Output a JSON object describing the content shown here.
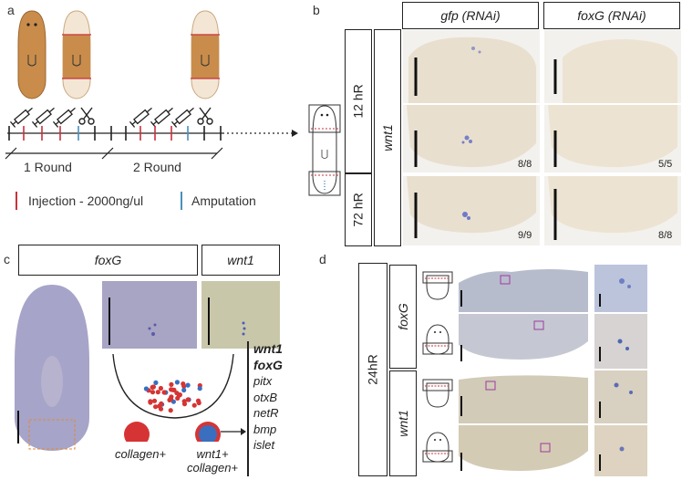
{
  "panels": {
    "a": {
      "letter": "a",
      "round1": "1 Round",
      "round2": "2 Round",
      "legend_injection": "Injection - 2000ng/ul",
      "legend_amputation": "Amputation",
      "colors": {
        "injection": "#c8323c",
        "amputation": "#4a8fc0",
        "worm": "#c98c4b"
      }
    },
    "b": {
      "letter": "b",
      "col_gfp": "gfp (RNAi)",
      "col_foxg": "foxG (RNAi)",
      "row_12": "12 hR",
      "row_72": "72 hR",
      "gene": "wnt1",
      "counts": [
        "8/8",
        "5/5",
        "9/9",
        "8/8"
      ]
    },
    "c": {
      "letter": "c",
      "label_foxg": "foxG",
      "label_wnt1": "wnt1",
      "collagen": "collagen+",
      "wnt1_collagen_1": "wnt1+",
      "wnt1_collagen_2": "collagen+",
      "genes_bold": [
        "wnt1",
        "foxG"
      ],
      "genes": [
        "pitx",
        "otxB",
        "netR",
        "bmp",
        "islet"
      ],
      "colors": {
        "collagen": "#d63434",
        "wnt1": "#3a6fbf"
      }
    },
    "d": {
      "letter": "d",
      "time": "24hR",
      "gene_foxg": "foxG",
      "gene_wnt1": "wnt1"
    }
  }
}
